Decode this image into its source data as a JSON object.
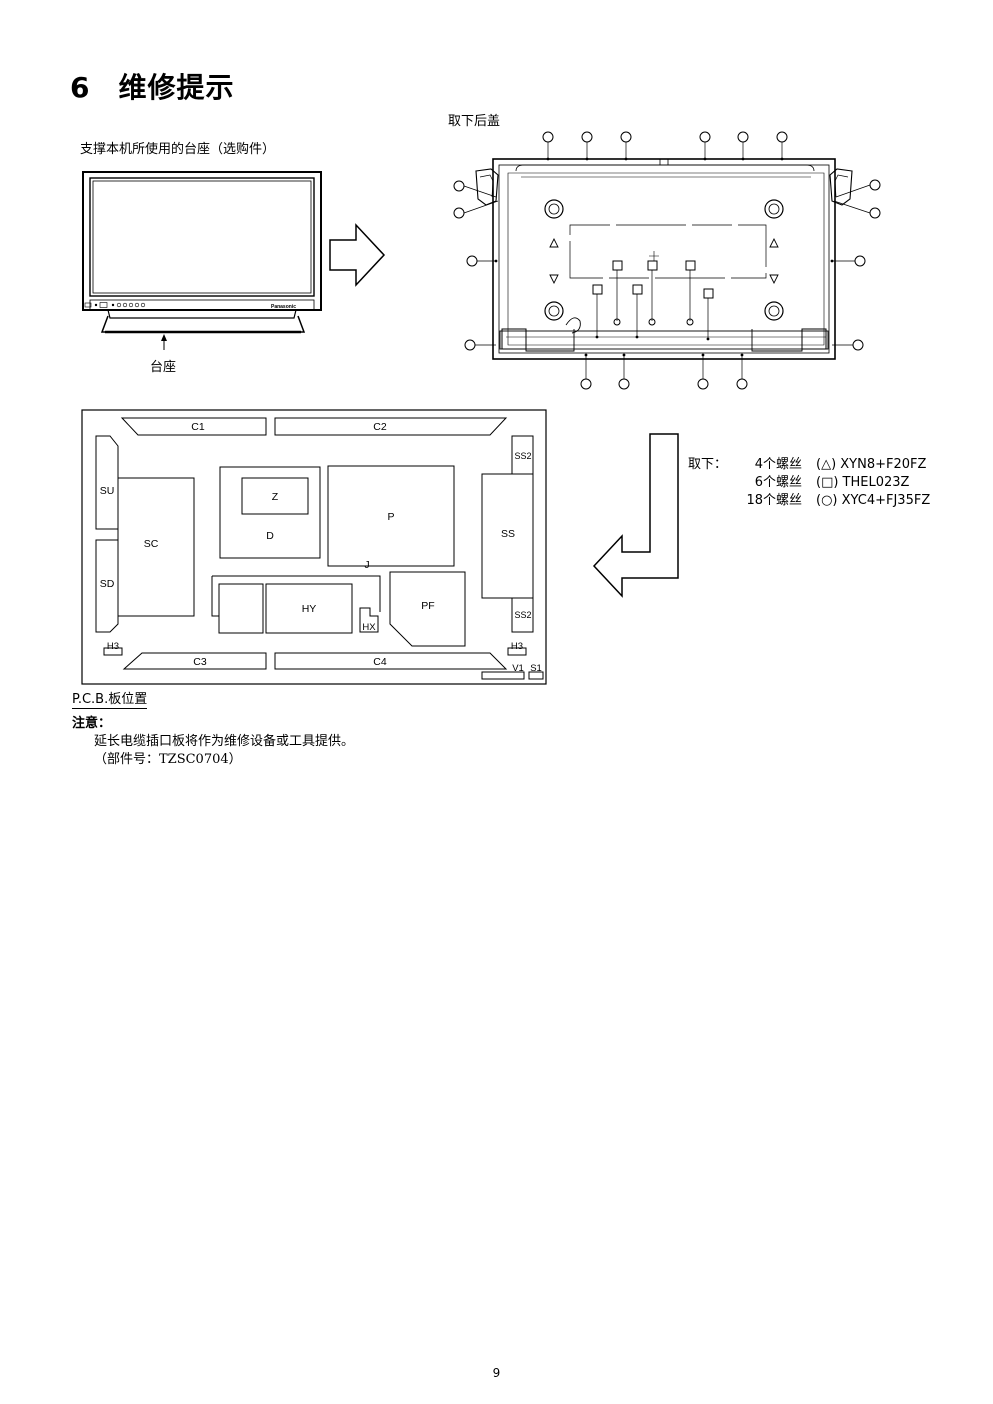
{
  "page": {
    "section_number": "6",
    "section_title": "维修提示",
    "page_number": "9"
  },
  "stand_figure": {
    "caption": "支撑本机所使用的台座（选购件）",
    "stand_label": "台座",
    "brand_text": "Panasonic"
  },
  "rear_cover_figure": {
    "caption": "取下后盖"
  },
  "removal_instructions": {
    "lead": "取下：",
    "rows": [
      {
        "count": "4个螺丝",
        "spec": "(△) XYN8+F20FZ"
      },
      {
        "count": "6个螺丝",
        "spec": "(□) THEL023Z"
      },
      {
        "count": "18个螺丝",
        "spec": "(○) XYC4+FJ35FZ"
      }
    ]
  },
  "pcb_layout": {
    "label": "P.C.B.板位置",
    "boards": {
      "c1": "C1",
      "c2": "C2",
      "c3": "C3",
      "c4": "C4",
      "su": "SU",
      "sd": "SD",
      "sc": "SC",
      "z": "Z",
      "d": "D",
      "p": "P",
      "ss": "SS",
      "ss2_top": "SS2",
      "ss2_bottom": "SS2",
      "hy": "HY",
      "j": "J",
      "hx": "HX",
      "pf": "PF",
      "h3_left": "H3",
      "h3_right": "H3",
      "v1": "V1",
      "s1": "S1"
    }
  },
  "notes": {
    "heading": "注意：",
    "line1": "延长电缆插口板将作为维修设备或工具提供。",
    "line2": "（部件号：TZSC0704）"
  }
}
